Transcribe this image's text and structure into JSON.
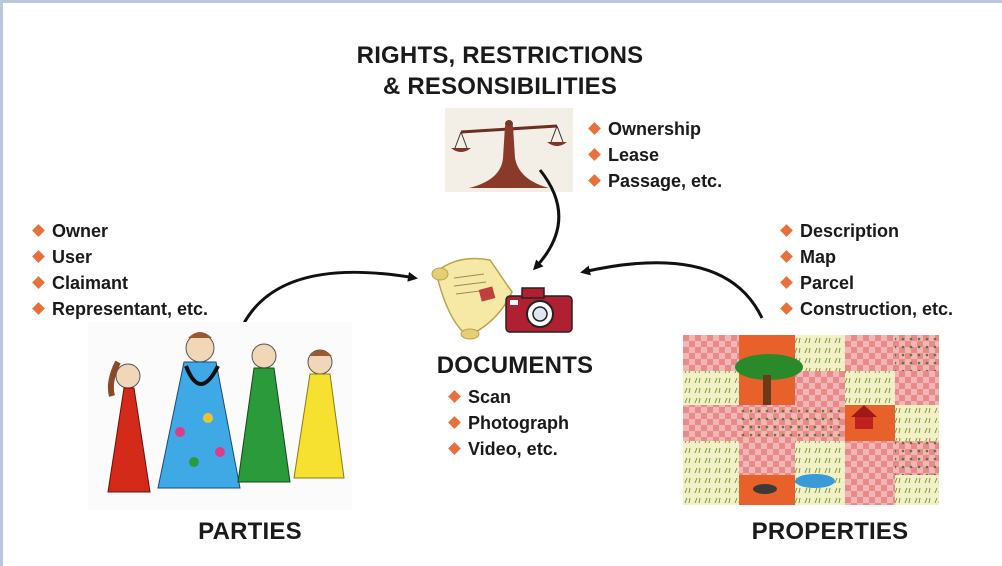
{
  "rights": {
    "title_line1": "RIGHTS, RESTRICTIONS",
    "title_line2": "& RESONSIBILITIES",
    "items": [
      "Ownership",
      "Lease",
      "Passage, etc."
    ]
  },
  "parties": {
    "title": "PARTIES",
    "items": [
      "Owner",
      "User",
      "Claimant",
      "Representant, etc."
    ]
  },
  "properties": {
    "title": "PROPERTIES",
    "items": [
      "Description",
      "Map",
      "Parcel",
      "Construction, etc."
    ]
  },
  "documents": {
    "title": "DOCUMENTS",
    "items": [
      "Scan",
      "Photograph",
      "Video, etc."
    ]
  },
  "colors": {
    "bullet": "#e8703a",
    "frame": "#b9c7dc",
    "arrow": "#111111"
  },
  "icons": [
    "scales-icon",
    "scroll-icon",
    "camera-icon",
    "people-drawing",
    "land-parcels-drawing"
  ]
}
